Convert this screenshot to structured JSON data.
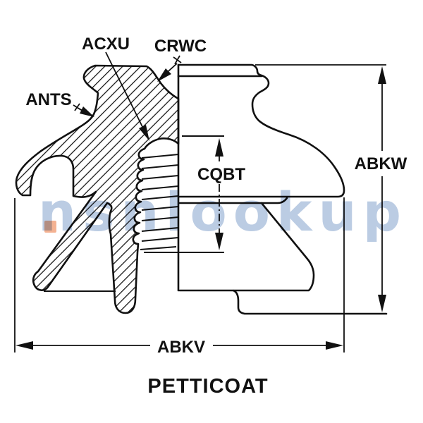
{
  "diagram": {
    "title": "PETTICOAT",
    "watermark": "nsnlookup",
    "labels": {
      "acxu": "ACXU",
      "crwc": "CRWC",
      "ants": "ANTS",
      "cqbt": "CQBT",
      "abkw": "ABKW",
      "abkv": "ABKV"
    },
    "colors": {
      "line": "#111111",
      "background": "#ffffff",
      "watermark_blue": "#aabfdc",
      "watermark_orange": "#f2a47f"
    }
  }
}
